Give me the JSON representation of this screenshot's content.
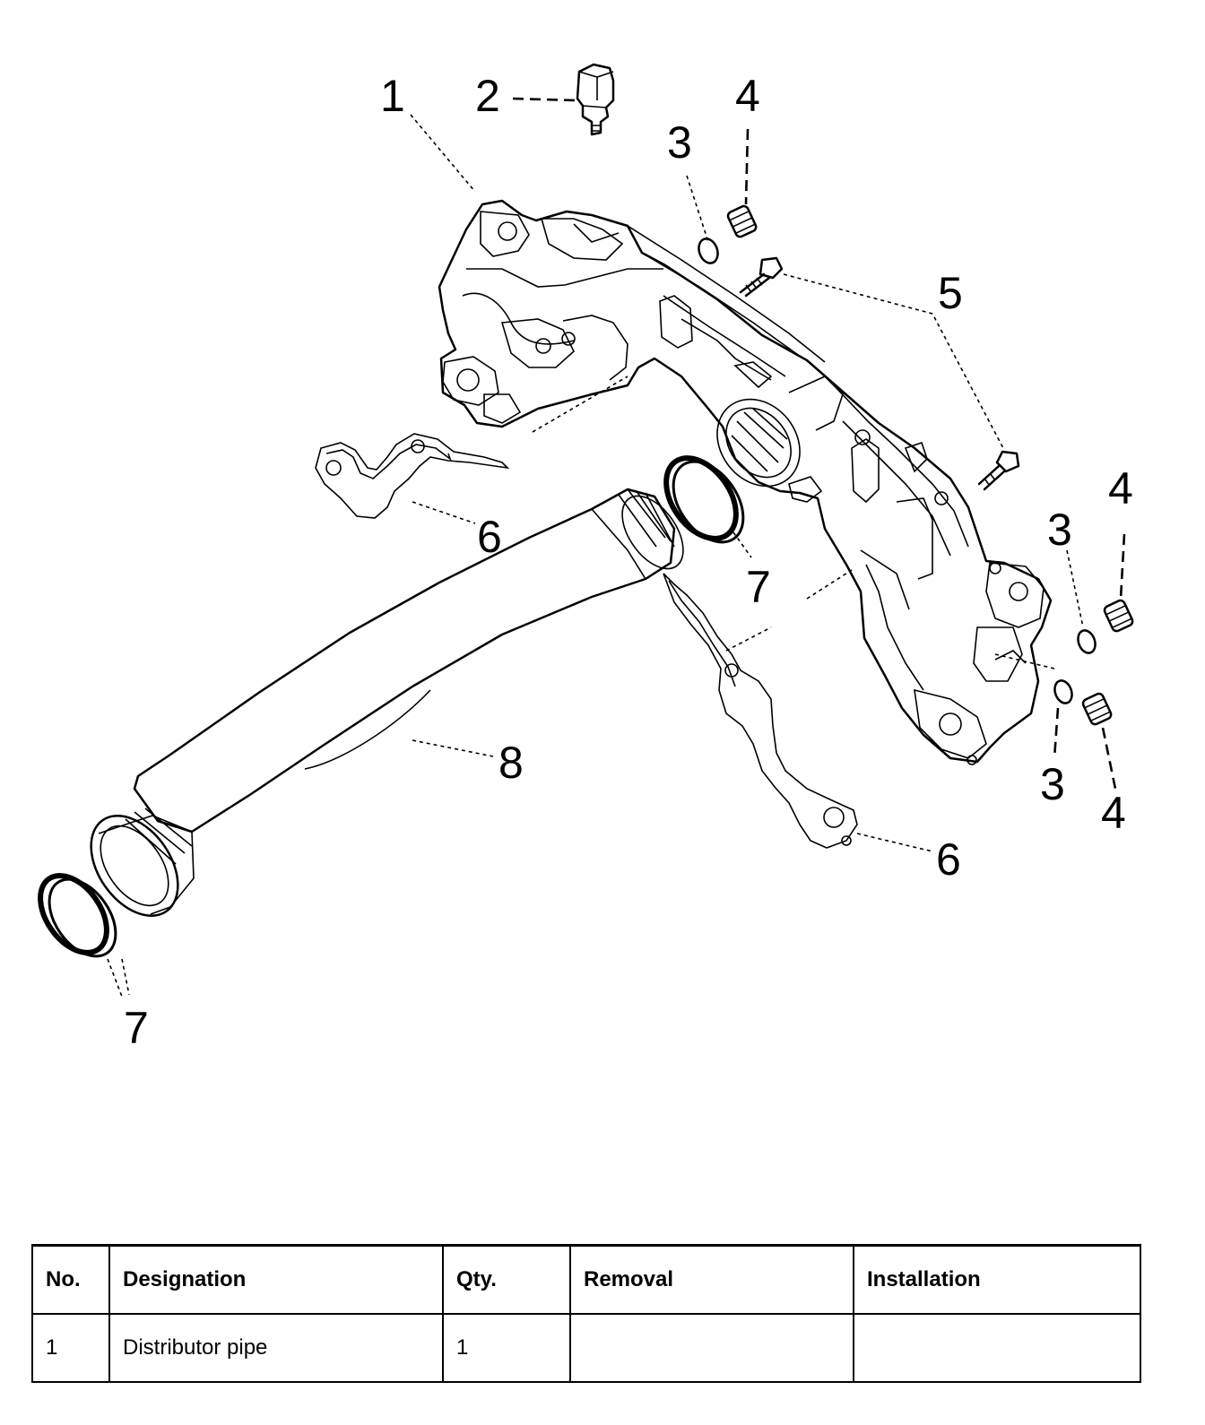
{
  "diagram": {
    "callouts": [
      "1",
      "2",
      "3",
      "4",
      "5",
      "6",
      "7",
      "8"
    ]
  },
  "table": {
    "headers": {
      "no": "No.",
      "designation": "Designation",
      "qty": "Qty.",
      "removal": "Removal",
      "installation": "Installation"
    },
    "rows": [
      {
        "no": "1",
        "designation": "Distributor pipe",
        "qty": "1",
        "removal": "",
        "installation": ""
      }
    ]
  }
}
